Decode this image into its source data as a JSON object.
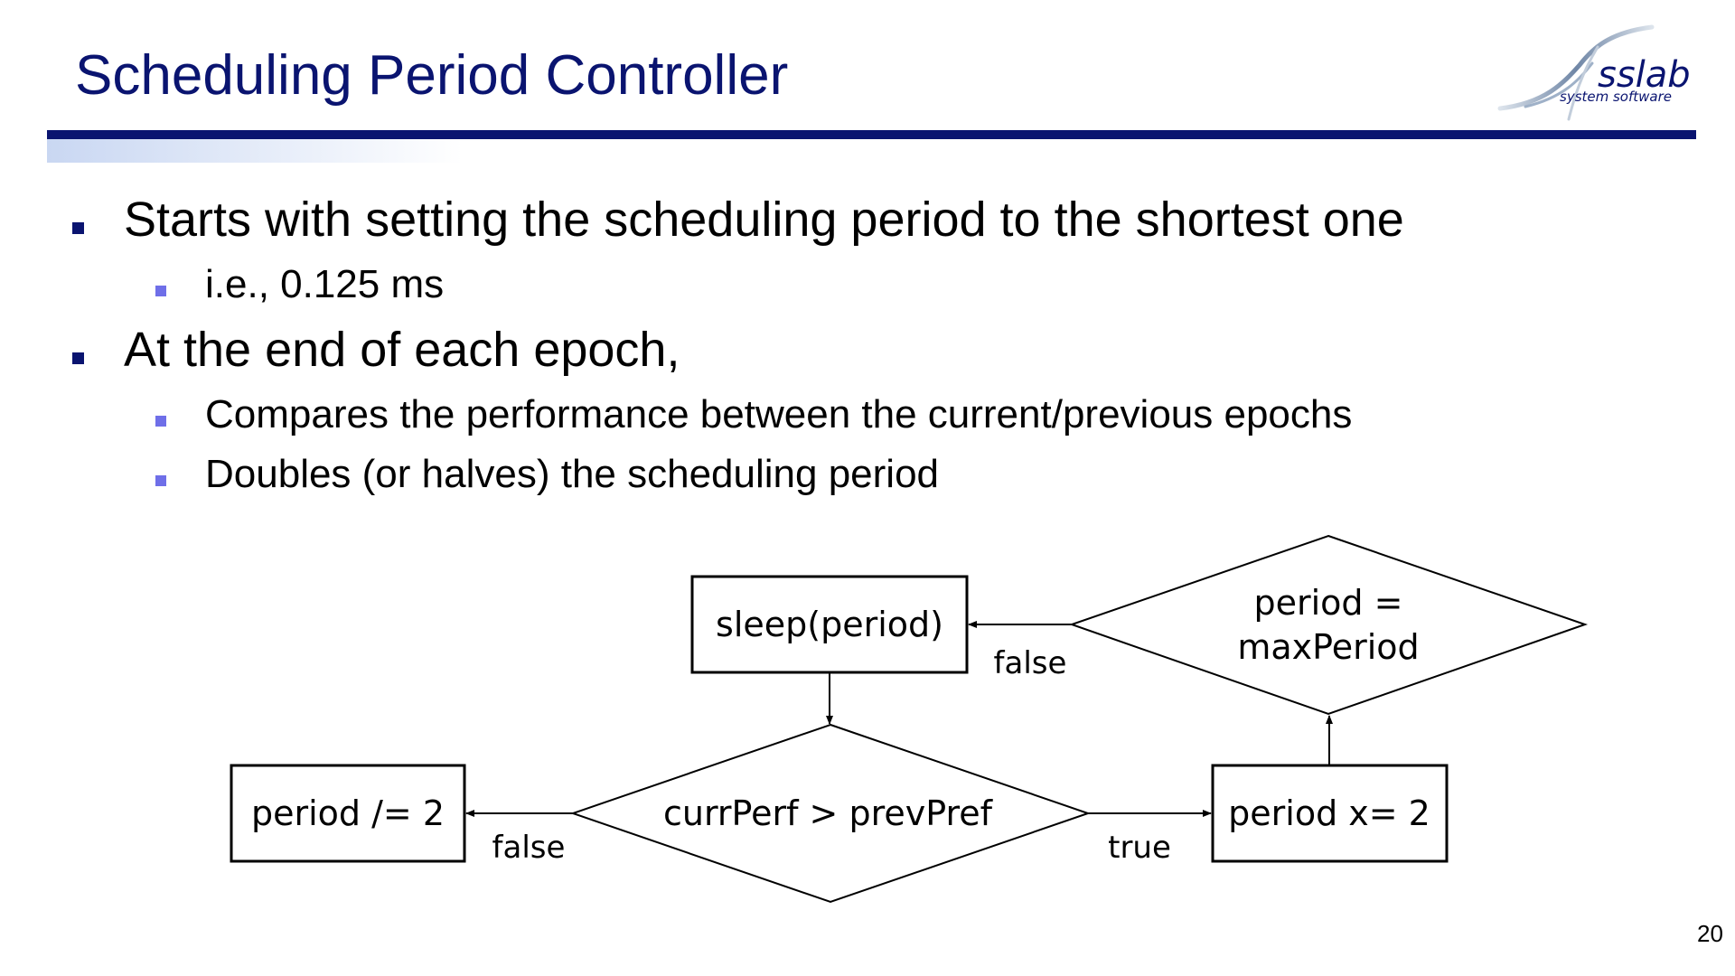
{
  "slide": {
    "title": "Scheduling Period Controller",
    "page_number": "20",
    "colors": {
      "title": "#0a1470",
      "bullet_level1": "#0a1470",
      "bullet_level2": "#6f6fe8"
    }
  },
  "logo": {
    "name": "sslab",
    "tagline": "system software",
    "icon": "sslab-swoosh-logo"
  },
  "bullets": [
    {
      "text": "Starts with setting the scheduling period to the shortest one",
      "sub": [
        "i.e., 0.125 ms"
      ]
    },
    {
      "text": "At the end of each epoch,",
      "sub": [
        "Compares the performance between the current/previous epochs",
        "Doubles (or halves) the scheduling period"
      ]
    }
  ],
  "flowchart": {
    "sleep": "sleep(period)",
    "decision_max_line1": "period =",
    "decision_max_line2": "maxPeriod",
    "decision_perf": "currPerf > prevPref",
    "halve": "period /= 2",
    "double": "period x= 2",
    "label_false_top": "false",
    "label_false_left": "false",
    "label_true": "true"
  }
}
